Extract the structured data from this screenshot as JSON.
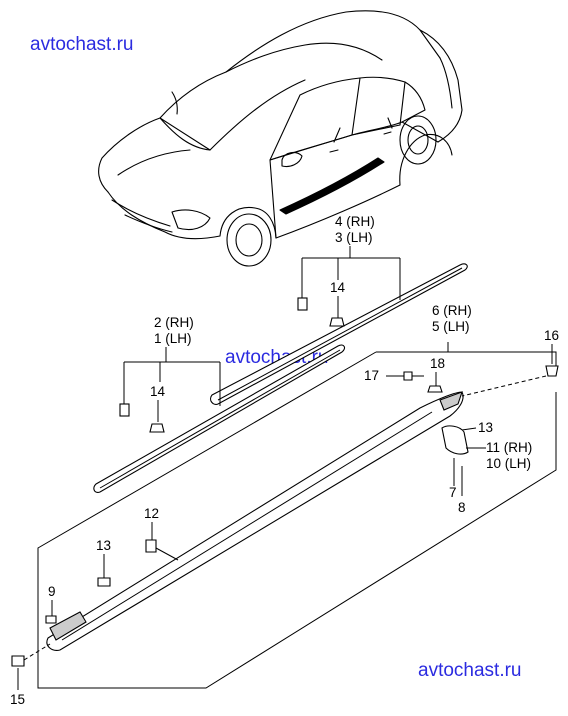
{
  "watermarks": [
    "avtochast.ru",
    "avtochast.ru",
    "avtochast.ru"
  ],
  "callouts": {
    "p4": "4 (RH)",
    "p3": "3 (LH)",
    "p14a": "14",
    "p2": "2 (RH)",
    "p1": "1 (LH)",
    "p14b": "14",
    "p6": "6 (RH)",
    "p5": "5 (LH)",
    "p16": "16",
    "p18": "18",
    "p17": "17",
    "p13a": "13",
    "p11": "11 (RH)",
    "p10": "10 (LH)",
    "p7": "7",
    "p8": "8",
    "p12": "12",
    "p13b": "13",
    "p9": "9",
    "p15": "15"
  },
  "colors": {
    "watermark": "#2b2be0",
    "line": "#000000",
    "background": "#ffffff"
  }
}
